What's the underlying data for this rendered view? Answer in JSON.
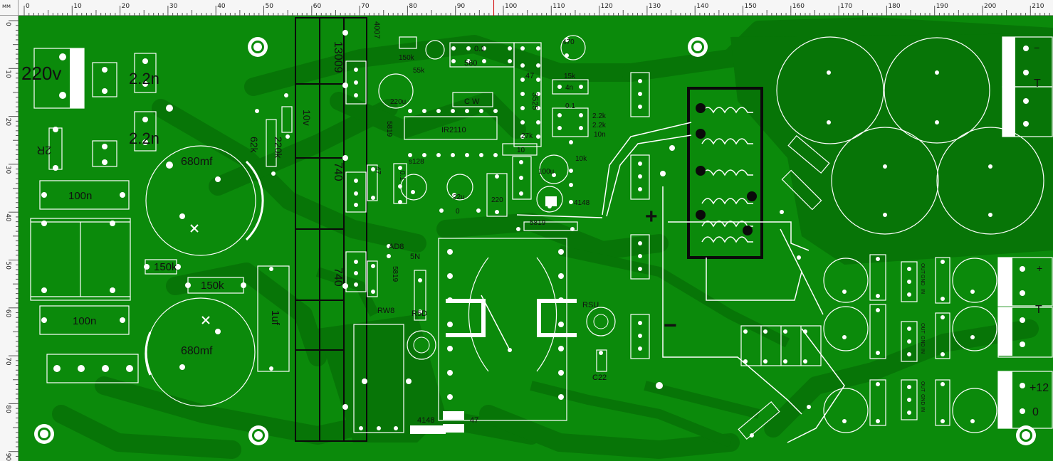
{
  "ruler": {
    "unit": "мм",
    "marker_mm": 98
  },
  "labels": {
    "v220": "220v",
    "c1": "2.2n",
    "c2": "2.2n",
    "r2r": "2R",
    "c680a": "680mf",
    "c680b": "680mf",
    "c100a": "100n",
    "c100b": "100n",
    "r150a": "150k",
    "r150b": "150k",
    "c1uf": "1uf",
    "r62k": "62k",
    "r220k": "220k",
    "c10v": "10v",
    "u1": "13009",
    "u2": "740",
    "u3": "740",
    "d4007": "4007",
    "r150k3": "150k",
    "r55k": "55k",
    "c220u": "220u",
    "c01a": "0.1",
    "c560": "560",
    "c47a": "47",
    "c3525": "3525",
    "cw": "C W",
    "ir2110": "IR2110",
    "c470": "470",
    "r15k": "15k",
    "c4n": "4n",
    "c01b": "0.1",
    "r22a": "2.2k",
    "r22b": "2.2k",
    "r10n": "10n",
    "r10k": "10k",
    "c100u": "100u",
    "d5819a": "5819",
    "s128": "s128",
    "c47b": "47",
    "c01c": "0.1",
    "c22u": "22u",
    "c0": "0",
    "c220": "220",
    "d4148a": "4148",
    "d5819b": "5819",
    "c10": "10",
    "c27k": "27k",
    "ad8": "AD8",
    "c5n": "5N",
    "d5819c": "5819",
    "rw8": "RW8",
    "r5d": "R5D",
    "rsu": "RSU",
    "d4148b": "4148",
    "c47c": "47",
    "r2c2": "C22",
    "plus": "+",
    "minus": "−",
    "term_minus": "−",
    "term_T": "T",
    "term_plus": "+",
    "term_T2": "T",
    "term_12": "+12",
    "term_0": "0",
    "in1": "IN",
    "in2": "IN",
    "in3": "IN",
    "gnd1": "GND",
    "gnd2": "GND",
    "gnd3": "GND",
    "out1": "OUT",
    "out2": "OUT",
    "out3": "OUT"
  }
}
